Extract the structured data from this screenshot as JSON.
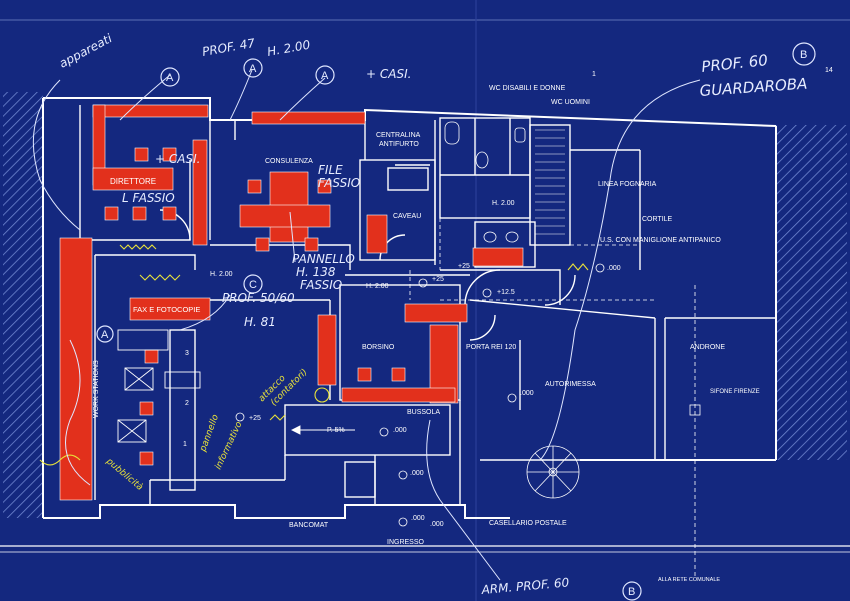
{
  "rooms": {
    "consulenza": "CONSULENZA",
    "direttore": "DIRETTORE",
    "centralina": [
      "CENTRALINA",
      "ANTIFURTO"
    ],
    "caveau": "CAVEAU",
    "wc_disabili": "WC DISABILI E DONNE",
    "wc_uomini": "WC UOMINI",
    "linea_fognaria": "LINEA FOGNARIA",
    "cortile": "CORTILE",
    "us_maniglione": "U.S. CON MANIGLIONE ANTIPANICO",
    "fax": "FAX E FOTOCOPIE",
    "borsino": "BORSINO",
    "porta_rei": "PORTA REI 120",
    "autorimessa": "AUTORIMESSA",
    "androne": "ANDRONE",
    "sifone": "SIFONE FIRENZE",
    "bussola": "BUSSOLA",
    "work_stations": "WORK STATIONS",
    "bancomat": "BANCOMAT",
    "casellario": "CASELLARIO POSTALE",
    "ingresso": "INGRESSO",
    "rete": "ALLA RETE COMUNALE",
    "h200_wc": "H. 2.00",
    "h200_a": "H. 2.00",
    "h200_b": "H. 2.00",
    "ramp": "P. 5%",
    "lv_1": ".000",
    "lv_2": ".000",
    "lv_3": ".000",
    "lv_4": ".000",
    "lv_5": ".000",
    "lv_6": ".000",
    "lv_p25a": "+25",
    "lv_p25b": "+25",
    "lv_p125": "+12.5",
    "lv_p25c": "+25",
    "stair_1": "1",
    "stair_2": "2",
    "stair_3": "3",
    "num_1": "1",
    "num_14": "14"
  },
  "handwriting": {
    "appareati": "appareati",
    "prof47": "PROF. 47",
    "h200": "H. 2.00",
    "casi_top": "+ CASI.",
    "prof60": "PROF. 60",
    "guardaroba": "GUARDAROBA",
    "casi_dir": "+ CASI.",
    "fassio_dir": "L FASSIO",
    "file": "FILE",
    "fassio": "FASSIO",
    "pannello": [
      "PANNELLO",
      "H. 138",
      "FASSIO"
    ],
    "prof50": "PROF. 50/60",
    "h81": "H. 81",
    "arm60": "ARM. PROF. 60",
    "y1": "attacco",
    "y2": "(contatori)",
    "y3": "pannello",
    "y4": "informativo",
    "y5": "pubblicità"
  },
  "markers": [
    "A",
    "A",
    "A",
    "A",
    "B",
    "B",
    "C"
  ],
  "colors": {
    "paper": "#14287f",
    "line": "#ffffff",
    "furniture": "#e2301c",
    "hatch": "#5f78c6",
    "yellow": "#e8e23a"
  }
}
